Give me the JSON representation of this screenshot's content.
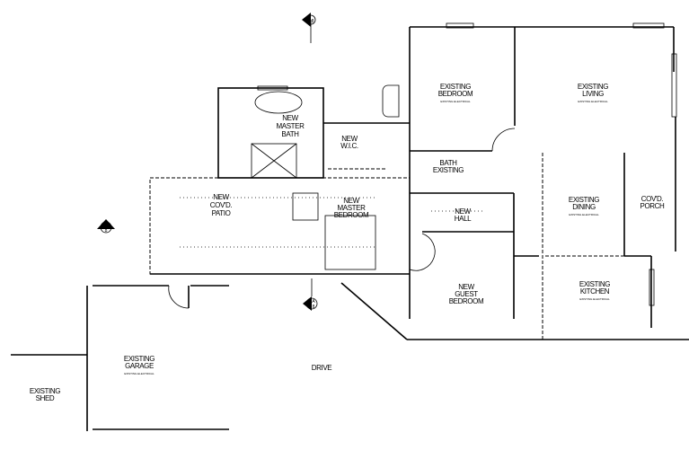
{
  "plan": {
    "rooms": {
      "existing_bedroom": [
        "EXISTING",
        "BEDROOM"
      ],
      "existing_living": [
        "EXISTING",
        "LIVING"
      ],
      "new_master_bath": [
        "NEW",
        "MASTER",
        "BATH"
      ],
      "new_wic": [
        "NEW",
        "W.I.C."
      ],
      "bath_existing": [
        "BATH",
        "EXISTING"
      ],
      "new_covd_patio": [
        "NEW",
        "COV'D.",
        "PATIO"
      ],
      "new_master_bedroom": [
        "NEW",
        "MASTER",
        "BEDROOM"
      ],
      "new_hall": [
        "NEW",
        "HALL"
      ],
      "existing_dining": [
        "EXISTING",
        "DINING"
      ],
      "covd_porch": [
        "COV'D.",
        "PORCH"
      ],
      "new_guest_bedroom": [
        "NEW",
        "GUEST",
        "BEDROOM"
      ],
      "existing_kitchen": [
        "EXISTING",
        "KITCHEN"
      ],
      "existing_garage": [
        "EXISTING",
        "GARAGE"
      ],
      "drive": [
        "DRIVE"
      ],
      "existing_shed": [
        "EXISTING",
        "SHED"
      ]
    },
    "existing_note": "EXISTING ELECTRICAL",
    "section_markers": {
      "a": "A",
      "b": "B",
      "sheet": "8"
    }
  }
}
